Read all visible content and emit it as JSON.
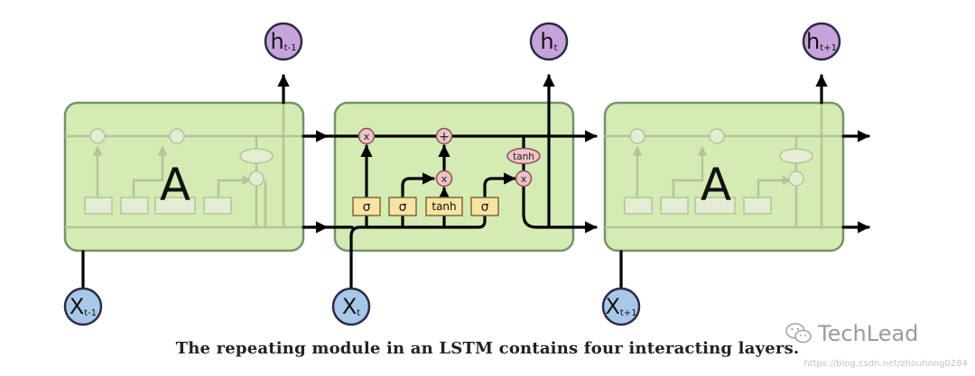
{
  "caption": "The repeating module in an LSTM contains four interacting layers.",
  "watermark": {
    "brand": "TechLead",
    "credit": "https://blog.csdn.net/zhouhong0284",
    "icon": "wechat-icon"
  },
  "diagram": {
    "modules": [
      {
        "label": "A",
        "state": "faded"
      },
      {
        "label": "",
        "state": "expanded"
      },
      {
        "label": "A",
        "state": "faded"
      }
    ],
    "inputs": [
      {
        "main": "X",
        "sub": "t-1"
      },
      {
        "main": "X",
        "sub": "t"
      },
      {
        "main": "X",
        "sub": "t+1"
      }
    ],
    "outputs": [
      {
        "main": "h",
        "sub": "t-1"
      },
      {
        "main": "h",
        "sub": "t"
      },
      {
        "main": "h",
        "sub": "t+1"
      }
    ],
    "layers": [
      "σ",
      "σ",
      "tanh",
      "σ"
    ],
    "pointwise_ops": {
      "multiply": "x",
      "add": "+",
      "tanh": "tanh"
    },
    "colors": {
      "module_fill": "#d4ebb4",
      "module_stroke": "#74936a",
      "layer_fill": "#f8e4a2",
      "layer_stroke": "#7e6b35",
      "op_fill": "#ecc3c6",
      "op_stroke": "#8a5256",
      "input_fill": "#a8c8ea",
      "output_fill": "#c7a3dc",
      "node_stroke": "#2c2c44",
      "line": "#000000"
    }
  }
}
